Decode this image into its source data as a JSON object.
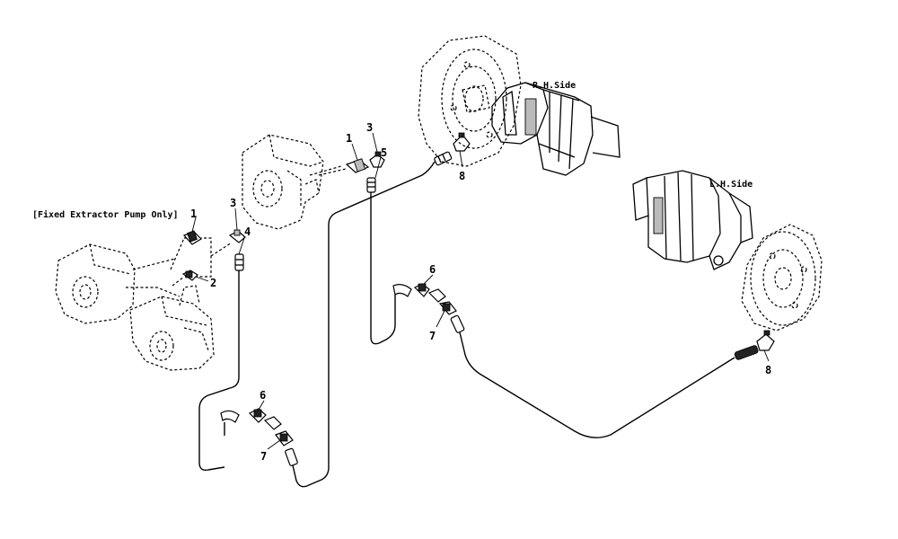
{
  "labels": {
    "fixed_extractor": "[Fixed Extractor Pump Only]",
    "rh_side": "R.H.Side",
    "lh_side": "L.H.Side"
  },
  "callouts": {
    "c1_top": "1",
    "c3_top": "3",
    "c5": "5",
    "c8_top": "8",
    "c1_left": "1",
    "c3_left": "3",
    "c4": "4",
    "c2": "2",
    "c6_mid": "6",
    "c7_mid": "7",
    "c6_bot": "6",
    "c7_bot": "7",
    "c8_right": "8"
  }
}
